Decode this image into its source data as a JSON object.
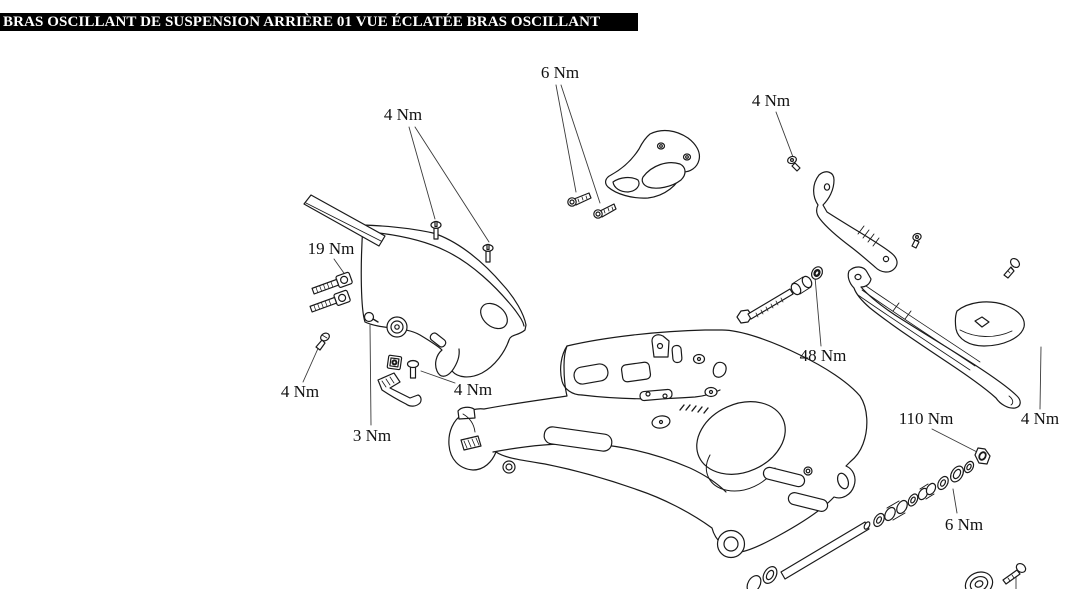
{
  "header": {
    "title": "BRAS OSCILLANT DE SUSPENSION ARRIÈRE 01 VUE ÉCLATÉE BRAS OSCILLANT"
  },
  "colors": {
    "background": "#ffffff",
    "line": "#1a1a1a",
    "header_bg": "#000000",
    "header_fg": "#ffffff"
  },
  "diagram": {
    "torque_labels": [
      {
        "id": "4nm-top-left",
        "text": "4 Nm"
      },
      {
        "id": "6nm-top",
        "text": "6 Nm"
      },
      {
        "id": "4nm-top-right",
        "text": "4 Nm"
      },
      {
        "id": "19nm",
        "text": "19 Nm"
      },
      {
        "id": "4nm-left",
        "text": "4 Nm"
      },
      {
        "id": "3nm",
        "text": "3 Nm"
      },
      {
        "id": "4nm-center",
        "text": "4 Nm"
      },
      {
        "id": "48nm",
        "text": "48 Nm"
      },
      {
        "id": "110nm",
        "text": "110 Nm"
      },
      {
        "id": "4nm-right",
        "text": "4 Nm"
      },
      {
        "id": "6nm-bottom",
        "text": "6 Nm"
      }
    ],
    "parts": [
      "chain-slider-strip",
      "swingarm-cover",
      "rear-disc-guard",
      "upper-chain-guide",
      "lower-chain-slider",
      "slider-pad",
      "swingarm-body",
      "pivot-bolt",
      "pivot-shaft",
      "bushings-and-seals",
      "pivot-nut",
      "chain-roller",
      "mounting-screws"
    ]
  }
}
